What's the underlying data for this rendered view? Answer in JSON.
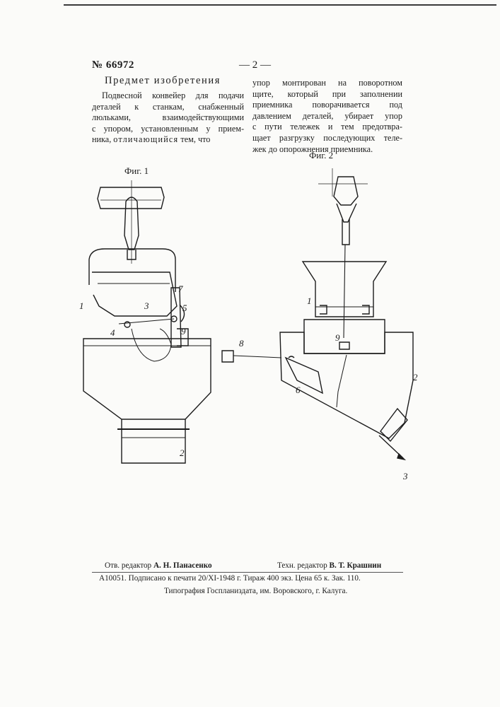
{
  "header": {
    "patent_number": "№ 66972",
    "page_marker": "— 2 —"
  },
  "section_title": "Предмет изобретения",
  "claims": {
    "left_lines": [
      "Подвесной конвейер для подачи",
      "деталей к станкам, снабженный",
      "люльками, взаимодействующими",
      "с упором, установленным у прием-",
      "ника,",
      "отличающийся",
      "тем, что"
    ],
    "right_lines": [
      "упор монтирован на поворотном",
      "щите, который при заполнении",
      "приемника поворачивается под",
      "давлением деталей, убирает упор",
      "с пути тележек и тем предотвра-",
      "щает разгрузку последующих теле-",
      "жек до опорожнения приемника."
    ]
  },
  "figures": {
    "fig1": {
      "caption": "Фиг. 1",
      "labels": [
        "1",
        "2",
        "3",
        "4",
        "5",
        "7",
        "9"
      ]
    },
    "fig2": {
      "caption": "Фиг. 2",
      "labels": [
        "1",
        "2",
        "3",
        "6",
        "8",
        "9"
      ]
    }
  },
  "footer": {
    "editor_label": "Отв. редактор",
    "editor_name": "А. Н. Панасенко",
    "tech_editor_label": "Техн. редактор",
    "tech_editor_name": "В. Т. Крашнин",
    "line2": "А10051. Подписано к печати 20/XI-1948 г. Тираж 400 экз. Цена 65 к. Зак. 110.",
    "line3": "Типография Госпланиздата, им. Воровского, г. Калуга."
  }
}
